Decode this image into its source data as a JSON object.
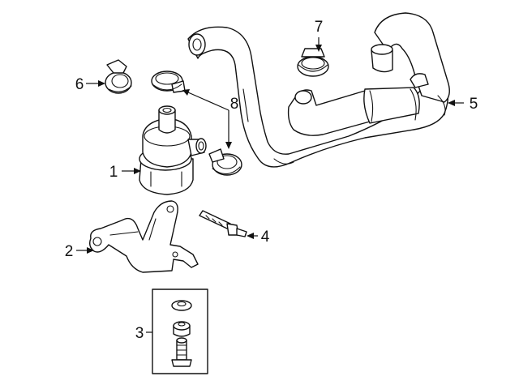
{
  "diagram": {
    "background_color": "#ffffff",
    "line_color": "#111111",
    "parts": [
      {
        "id": "water-pump",
        "callout": "1"
      },
      {
        "id": "bracket",
        "callout": "2"
      },
      {
        "id": "hardware-kit",
        "callout": "3"
      },
      {
        "id": "stud",
        "callout": "4"
      },
      {
        "id": "coolant-hose",
        "callout": "5"
      },
      {
        "id": "clamp-left",
        "callout": "6"
      },
      {
        "id": "clamp-top",
        "callout": "7"
      },
      {
        "id": "clamps-pump",
        "callout": "8"
      }
    ]
  }
}
